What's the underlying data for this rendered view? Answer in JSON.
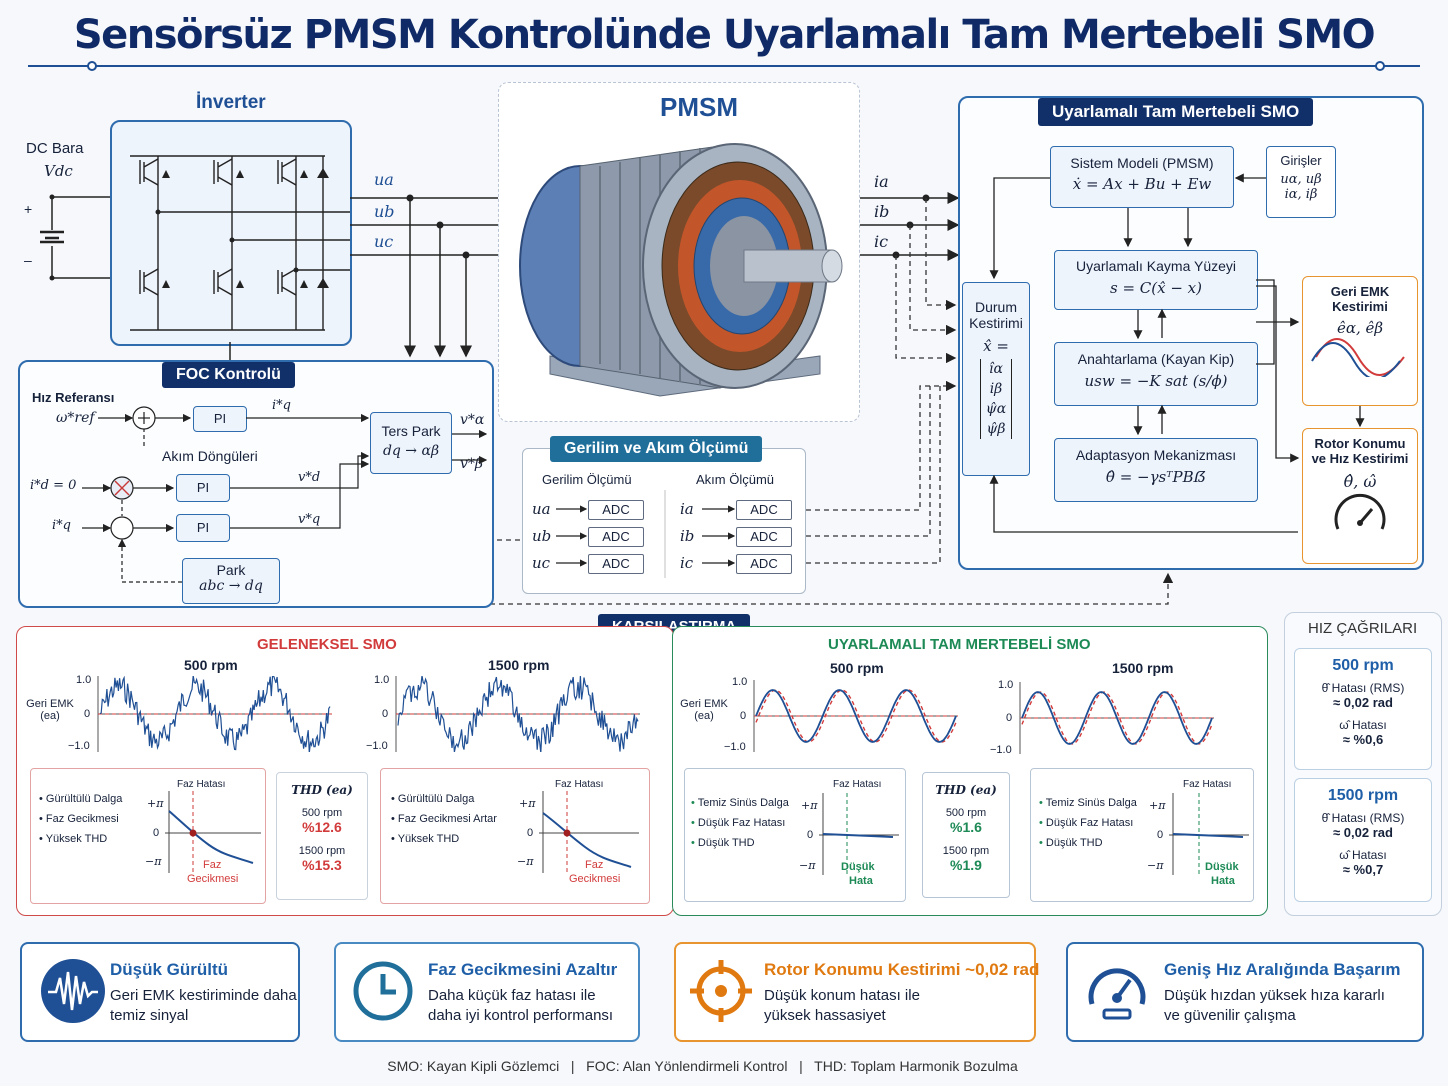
{
  "title": "Sensörsüz PMSM Kontrolünde Uyarlamalı Tam Mertebeli SMO",
  "inverter": {
    "title": "İnverter",
    "dc_label": "DC Bara",
    "dc_symbol": "Vdc",
    "plus": "+",
    "minus": "–",
    "outputs": [
      "ua",
      "ub",
      "uc"
    ]
  },
  "pmsm": {
    "title": "PMSM",
    "currents": [
      "ia",
      "ib",
      "ic"
    ]
  },
  "foc": {
    "title": "FOC Kontrolü",
    "speed_ref_label": "Hız Referansı",
    "speed_ref_symbol": "ω*ref",
    "current_loops": "Akım Döngüleri",
    "pi": "PI",
    "iq_star": "i*q",
    "id_eq": "i*d = 0",
    "iq_star_in": "i*q",
    "vd_star": "v*d",
    "vq_star": "v*q",
    "inv_park_title": "Ters Park",
    "inv_park_eq": "dq → αβ",
    "valpha": "v*α",
    "vbeta": "v*β",
    "park_title": "Park",
    "park_eq": "abc → dq"
  },
  "measure": {
    "title": "Gerilim ve Akım Ölçümü",
    "voltage": "Gerilim Ölçümü",
    "current": "Akım Ölçümü",
    "adc": "ADC",
    "v_labels": [
      "ua",
      "ub",
      "uc"
    ],
    "i_labels": [
      "ia",
      "ib",
      "ic"
    ]
  },
  "smo": {
    "title": "Uyarlamalı Tam Mertebeli SMO",
    "system_model_title": "Sistem Modeli (PMSM)",
    "system_model_eq": "ẋ = Ax + Bu + Ew",
    "inputs_title": "Girişler",
    "inputs_l1": "uα, uβ",
    "inputs_l2": "iα, iβ",
    "state_title_1": "Durum",
    "state_title_2": "Kestirimi",
    "state_eq": "x̂ =",
    "state_vec": [
      "îα",
      "iβ",
      "ψ̂α",
      "ψ̂β"
    ],
    "surface_title": "Uyarlamalı Kayma Yüzeyi",
    "surface_eq": "s = C(x̂ − x)",
    "switch_title": "Anahtarlama (Kayan Kip)",
    "switch_eq": "usw = −K sat (s/ϕ)",
    "adapt_title": "Adaptasyon Mekanizması",
    "adapt_eq": "θ̂ = −γsᵀPBẞ",
    "emf_title_1": "Geri EMK",
    "emf_title_2": "Kestirimi",
    "emf_eq": "êα, êβ",
    "rotor_title_1": "Rotor Konumu",
    "rotor_title_2": "ve Hız Kestirimi",
    "rotor_eq": "θ̂, ω̂"
  },
  "comparison": {
    "title": "KARŞILAŞTIRMA",
    "conventional": {
      "title": "GELENEKSEL SMO",
      "color": "#d23b3b",
      "ylabel": "Geri EMK (ea)",
      "speeds": [
        "500 rpm",
        "1500 rpm"
      ],
      "yticks": [
        "1.0",
        "0",
        "−1.0"
      ],
      "bullets": [
        "Gürültülü Dalga",
        "Faz Gecikmesi",
        "Yüksek THD"
      ],
      "bullets2": [
        "Gürültülü Dalga",
        "Faz Gecikmesi Artar",
        "Yüksek THD"
      ],
      "phase_title": "Faz Hatası",
      "phase_ticks": [
        "+π",
        "0",
        "−π"
      ],
      "phase_note_1": "Faz",
      "phase_note_2": "Gecikmesi",
      "thd_title": "THD (ea)",
      "thd": [
        {
          "speed": "500 rpm",
          "value": "%12.6"
        },
        {
          "speed": "1500 rpm",
          "value": "%15.3"
        }
      ]
    },
    "adaptive": {
      "title": "UYARLAMALI TAM MERTEBELİ SMO",
      "color": "#1d8a56",
      "ylabel": "Geri EMK (ea)",
      "speeds": [
        "500 rpm",
        "1500 rpm"
      ],
      "yticks": [
        "1.0",
        "0",
        "−1.0"
      ],
      "bullets": [
        "Temiz Sinüs Dalga",
        "Düşük Faz Hatası",
        "Düşük THD"
      ],
      "phase_title": "Faz Hatası",
      "phase_ticks": [
        "+π",
        "0",
        "−π"
      ],
      "phase_note_1": "Düşük",
      "phase_note_2": "Hata",
      "thd_title": "THD (ea)",
      "thd": [
        {
          "speed": "500 rpm",
          "value": "%1.6"
        },
        {
          "speed": "1500 rpm",
          "value": "%1.9"
        }
      ]
    }
  },
  "speed_calls": {
    "title": "HIZ ÇAĞRILARI",
    "items": [
      {
        "speed": "500 rpm",
        "theta_label": "θ̂ Hatası (RMS)",
        "theta_value": "≈ 0,02 rad",
        "omega_label": "ω̂ Hatası",
        "omega_value": "≈ %0,6"
      },
      {
        "speed": "1500 rpm",
        "theta_label": "θ̂ Hatası (RMS)",
        "theta_value": "≈ 0,02 rad",
        "omega_label": "ω̂ Hatası",
        "omega_value": "≈ %0,7"
      }
    ]
  },
  "features": [
    {
      "icon": "waveform-icon",
      "title": "Düşük Gürültü",
      "desc": "Geri EMK kestiriminde daha temiz sinyal",
      "color": "#1f5fa8"
    },
    {
      "icon": "clock-icon",
      "title": "Faz Gecikmesini Azaltır",
      "desc": "Daha küçük faz hatası ile daha iyi kontrol performansı",
      "color": "#1f5fa8"
    },
    {
      "icon": "target-icon",
      "title": "Rotor Konumu Kestirimi ~0,02 rad",
      "desc": "Düşük konum hatası ile yüksek hassasiyet",
      "color": "#e07a10"
    },
    {
      "icon": "speedometer-icon",
      "title": "Geniş Hız Aralığında Başarım",
      "desc": "Düşük hızdan yüksek hıza kararlı ve güvenilir çalışma",
      "color": "#1f5fa8"
    }
  ],
  "footer": "SMO: Kayan Kipli Gözlemci   |   FOC: Alan Yönlendirmeli Kontrol   |   THD: Toplam Harmonik Bozulma"
}
